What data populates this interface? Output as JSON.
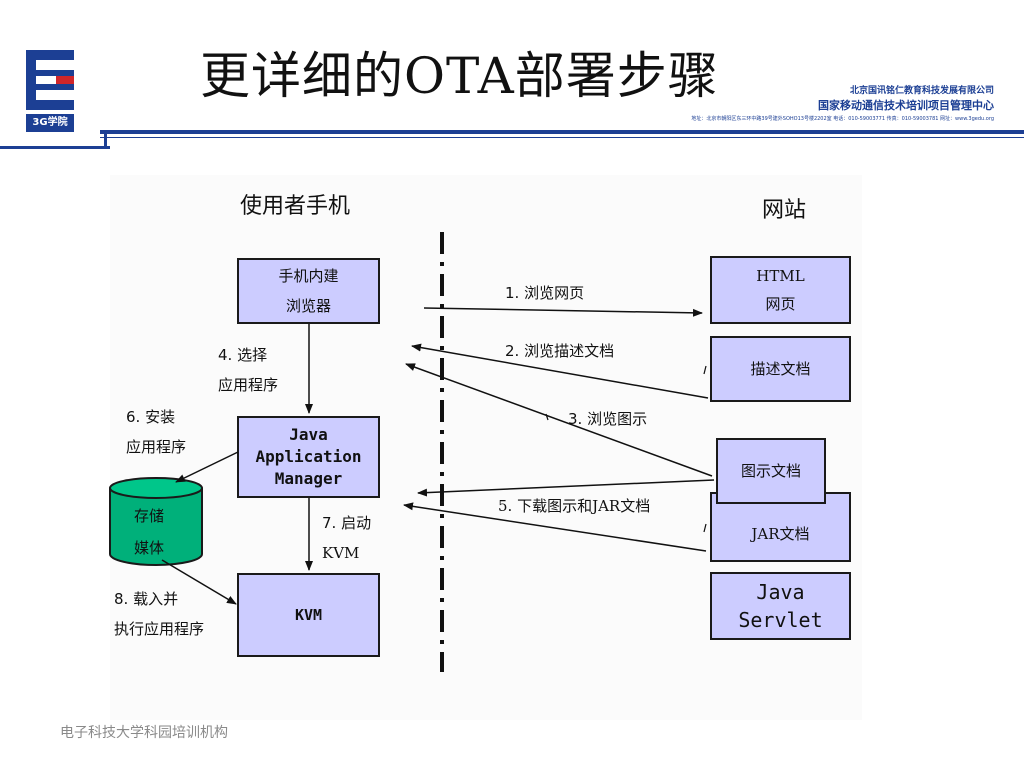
{
  "slide": {
    "title": "更详细的OTA部署步骤",
    "logo_text": "3G学院",
    "company_line1": "北京国讯铭仁教育科技发展有限公司",
    "company_line2": "国家移动通信技术培训项目管理中心",
    "company_line3": "地址：北京市朝阳区东三环中路39号建外SOHO13号楼2202室  电话：010-59003771  传真：010-59003781  网址：www.3gedu.org",
    "footer": "电子科技大学科园培训机构",
    "brand_color": "#1c3f94",
    "box_fill": "#ccccff",
    "media_fill": "#00b07a"
  },
  "diagram": {
    "phone_title": "使用者手机",
    "site_title": "网站",
    "phone_browser": [
      "手机内建",
      "浏览器"
    ],
    "jam": [
      "Java",
      "Application",
      "Manager"
    ],
    "storage": [
      "存储",
      "媒体"
    ],
    "kvm": "KVM",
    "html_page": [
      "HTML",
      "网页"
    ],
    "descriptor": "描述文档",
    "image_doc": "图示文档",
    "jar_doc": "JAR文档",
    "servlet": [
      "Java",
      "Servlet"
    ],
    "step1": "1. 浏览网页",
    "step2": "2. 浏览描述文档",
    "step3": "3. 浏览图示",
    "step4": [
      "4. 选择",
      "应用程序"
    ],
    "step5": "5. 下载图示和JAR文档",
    "step6": [
      "6. 安装",
      "应用程序"
    ],
    "step7": [
      "7. 启动",
      "KVM"
    ],
    "step8": [
      "8. 载入并",
      "执行应用程序"
    ]
  }
}
